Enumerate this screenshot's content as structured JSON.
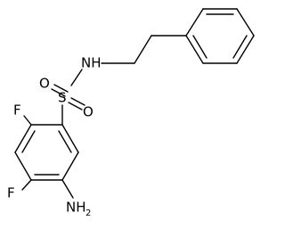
{
  "molecule": {
    "atoms": {
      "nh": "NH",
      "s": "S",
      "o_top": "O",
      "o_bottom": "O",
      "f_top": "F",
      "f_bottom": "F",
      "nh2_main": "NH",
      "nh2_sub": "2"
    },
    "colors": {
      "bond": "#000000",
      "label": "#000000",
      "background": "#ffffff"
    }
  }
}
